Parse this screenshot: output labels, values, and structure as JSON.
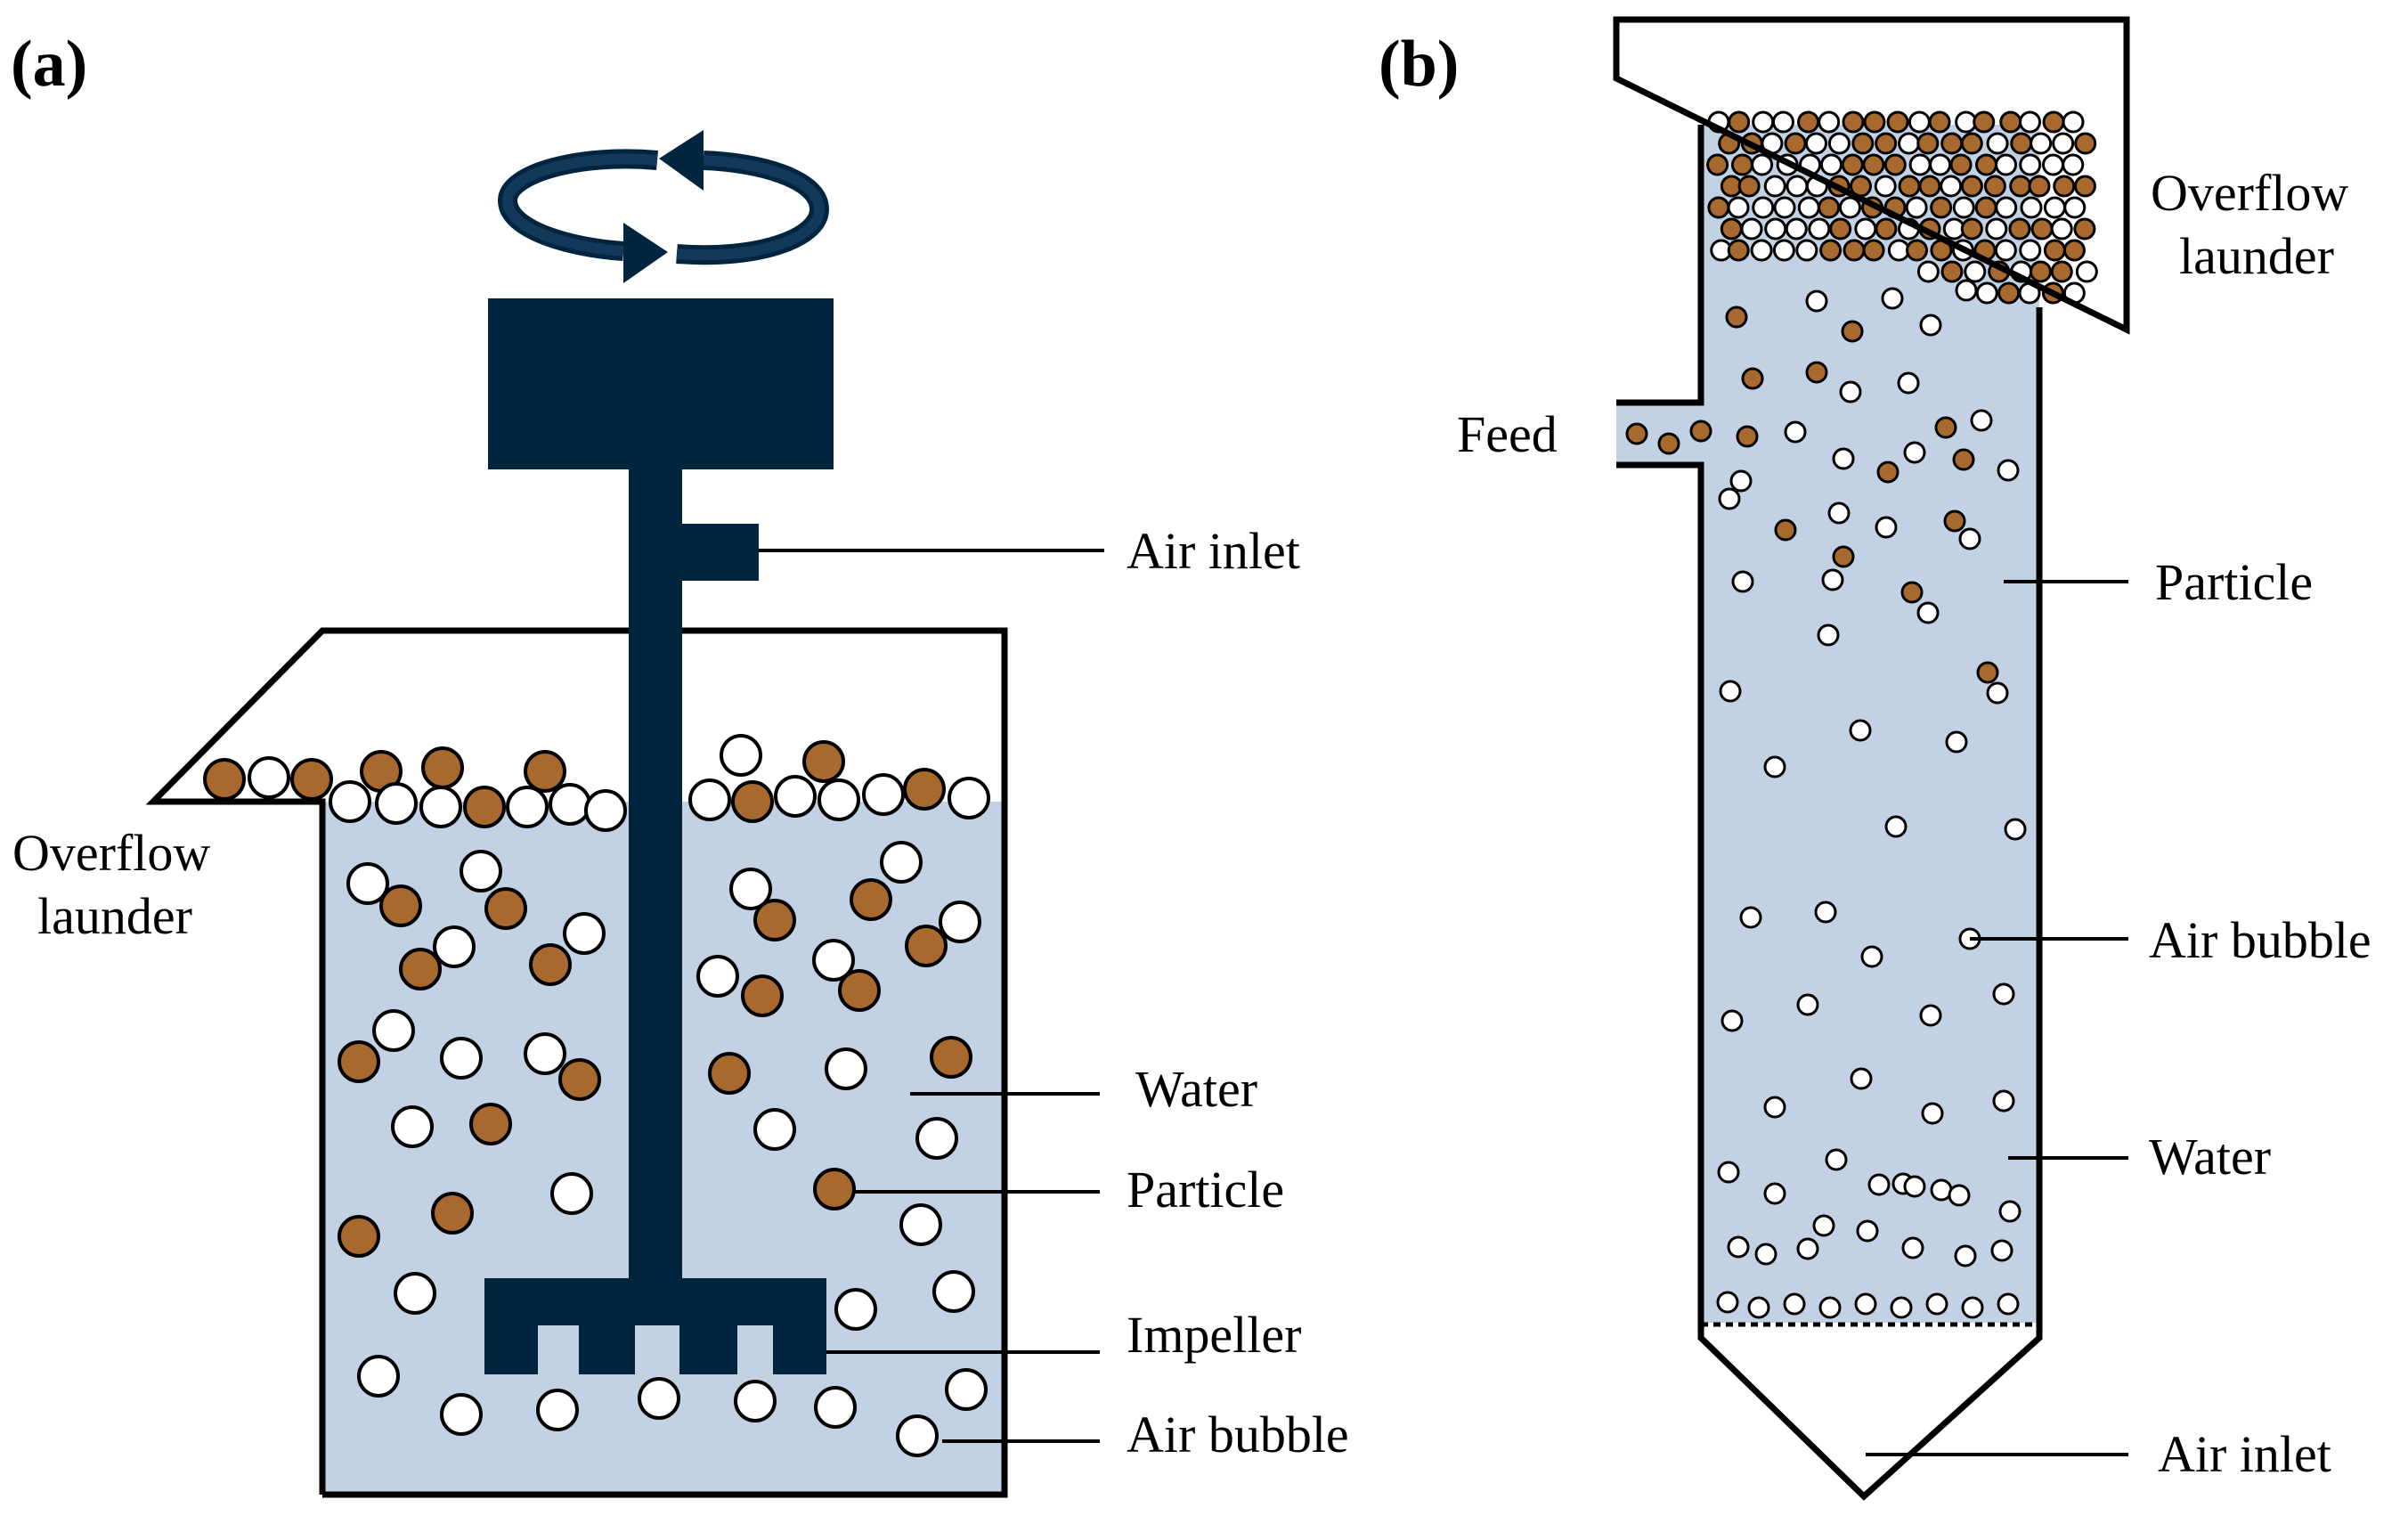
{
  "panels": {
    "a": {
      "label": "(a)",
      "labels": {
        "air_inlet": "Air inlet",
        "overflow_line1": "Overflow",
        "overflow_line2": "launder",
        "water": "Water",
        "particle": "Particle",
        "impeller": "Impeller",
        "air_bubble": "Air bubble"
      }
    },
    "b": {
      "label": "(b)",
      "labels": {
        "overflow_line1": "Overflow",
        "overflow_line2": "launder",
        "feed": "Feed",
        "particle": "Particle",
        "air_bubble": "Air bubble",
        "water": "Water",
        "air_inlet": "Air inlet"
      }
    }
  },
  "colors": {
    "water": "#c2d2e4",
    "particle": "#a8692e",
    "bubble": "#ffffff",
    "machinery": "#02253f",
    "outline": "#000000"
  },
  "icons": {
    "rotation": "rotation-arrows-icon"
  }
}
